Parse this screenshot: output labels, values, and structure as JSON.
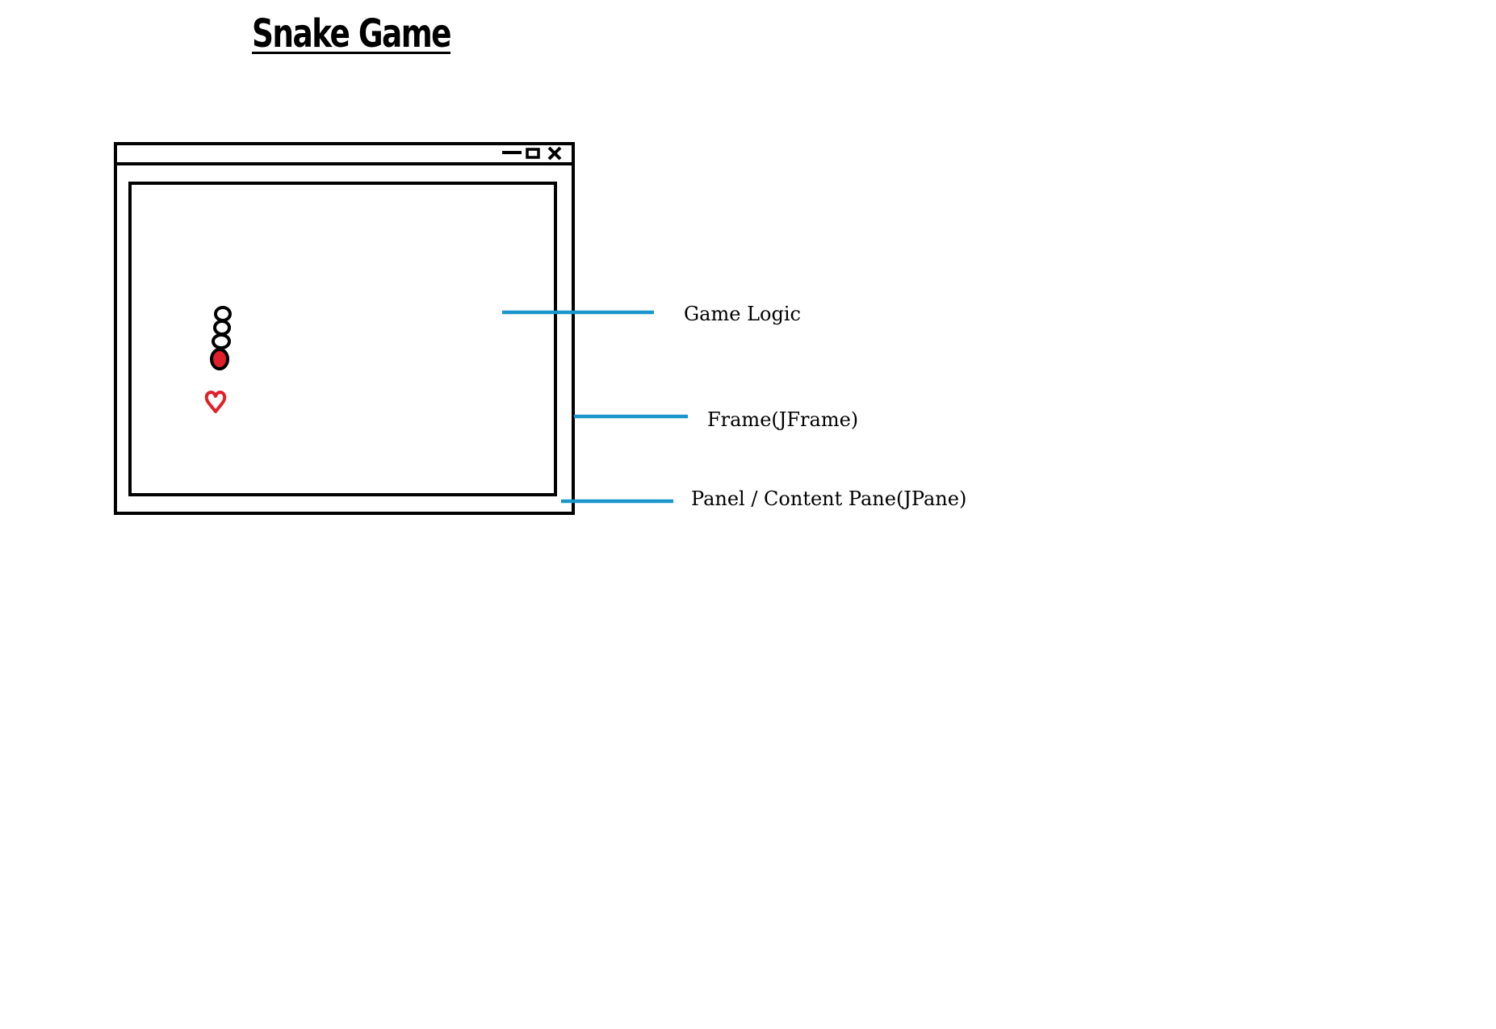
{
  "title": "Snake Game",
  "labels": {
    "game_logic": "Game Logic",
    "frame": "Frame(JFrame)",
    "panel": "Panel / Content Pane(JPane)"
  },
  "colors": {
    "outline": "#000000",
    "leader_line": "#1a96cc",
    "snake_head": "#e0202a",
    "food": "#e0202a",
    "background": "#ffffff"
  },
  "icons": {
    "window_minimize": "minimize-icon",
    "window_maximize": "maximize-icon",
    "window_close": "close-icon",
    "food": "heart-icon"
  }
}
